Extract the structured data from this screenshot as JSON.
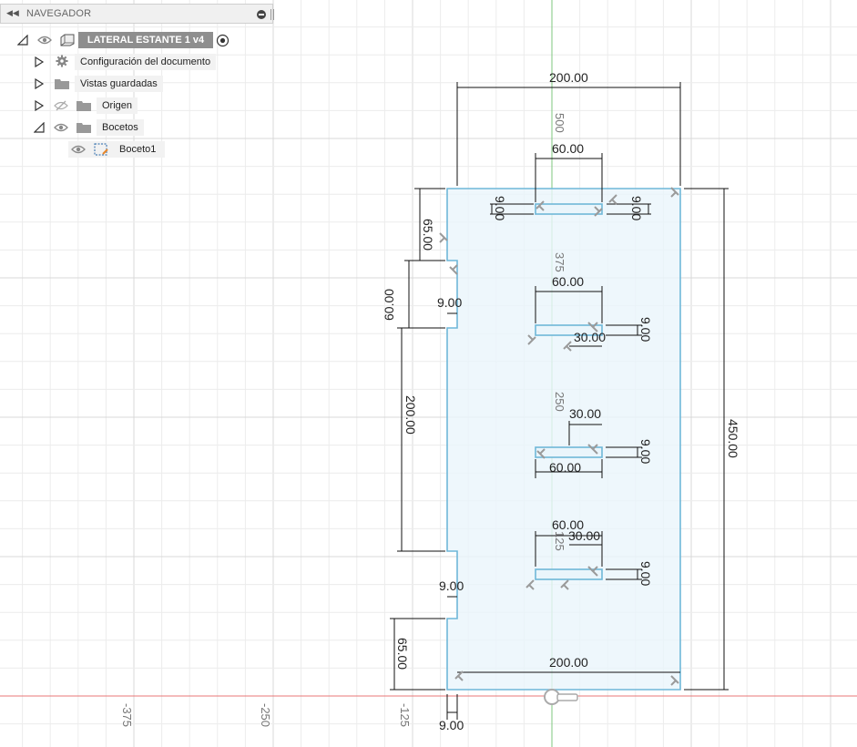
{
  "navigator": {
    "title": "NAVEGADOR",
    "document": {
      "name": "LATERAL ESTANTE 1 v4"
    },
    "items": [
      {
        "label": "Configuración del documento",
        "icon": "gear-icon"
      },
      {
        "label": "Vistas guardadas",
        "icon": "folder-icon"
      },
      {
        "label": "Origen",
        "icon": "folder-icon",
        "visibility": "hidden"
      },
      {
        "label": "Bocetos",
        "icon": "folder-icon",
        "expanded": true
      },
      {
        "label": "Boceto1",
        "icon": "sketch-icon",
        "child": true
      }
    ]
  },
  "sketch": {
    "colors": {
      "profile": "#6fb7d8",
      "fill": "#eaf5fb",
      "dimension": "#111111",
      "grid": "#e3e3e3",
      "x_axis": "#e87777",
      "y_axis": "#7dc77d",
      "constraint": "#9a9a9a"
    },
    "axis_labels": [
      "-375",
      "-250",
      "-125",
      "500",
      "375",
      "250",
      "125"
    ],
    "dimensions": {
      "top_width": "200.00",
      "bottom_width": "200.00",
      "height": "450.00",
      "left_top_offset": "65.00",
      "left_notch_top": "60.00",
      "left_notch_depth_top": "9.00",
      "left_middle": "200.00",
      "left_notch_depth_bottom": "9.00",
      "left_bottom_offset": "65.00",
      "bottom_offset": "9.00",
      "slot1_width": "60.00",
      "slot1_h_left": "9.00",
      "slot1_h_right": "9.00",
      "slot2_width": "60.00",
      "slot2_offset": "30.00",
      "slot2_h": "9.00",
      "slot3_offset": "30.00",
      "slot3_width": "60.00",
      "slot3_h": "9.00",
      "slot4_width": "60.00",
      "slot4_offset": "30.00",
      "slot4_h": "9.00"
    }
  }
}
